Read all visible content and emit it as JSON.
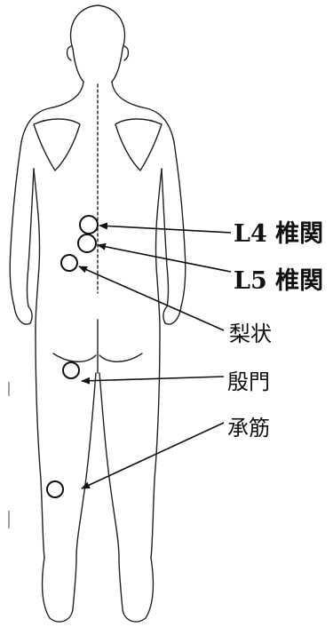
{
  "labels": {
    "l4": "L4 椎関",
    "l5": "L5 椎関",
    "lijo": "梨状",
    "ingu": "殷門",
    "shokin": "承筋"
  },
  "colors": {
    "line": "#111111",
    "background": "#ffffff"
  }
}
